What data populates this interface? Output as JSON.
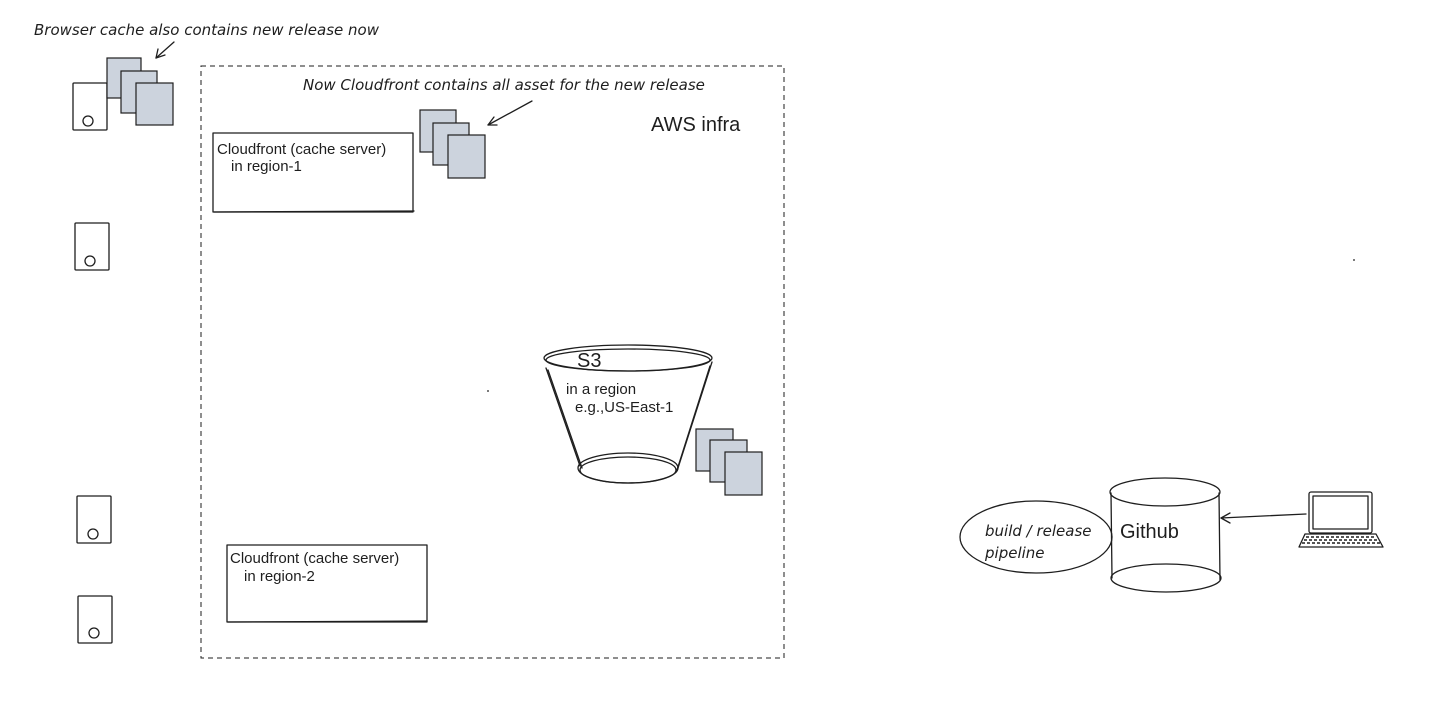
{
  "annotations": {
    "browser_cache": "Browser cache also contains new release now",
    "cloudfront_assets": "Now Cloudfront contains all asset for the new release"
  },
  "aws": {
    "title": "AWS infra"
  },
  "cloudfront_1": {
    "line1": "Cloudfront (cache server)",
    "line2": "in region-1"
  },
  "cloudfront_2": {
    "line1": "Cloudfront (cache server)",
    "line2": "in region-2"
  },
  "s3": {
    "title": "S3",
    "line1": "in a region",
    "line2": "e.g.,US-East-1"
  },
  "github": {
    "label": "Github"
  },
  "pipeline": {
    "line1": "build / release",
    "line2": "pipeline"
  },
  "colors": {
    "stroke": "#1e1e1e",
    "asset_fill": "#ccd3dd",
    "background": "#ffffff"
  }
}
